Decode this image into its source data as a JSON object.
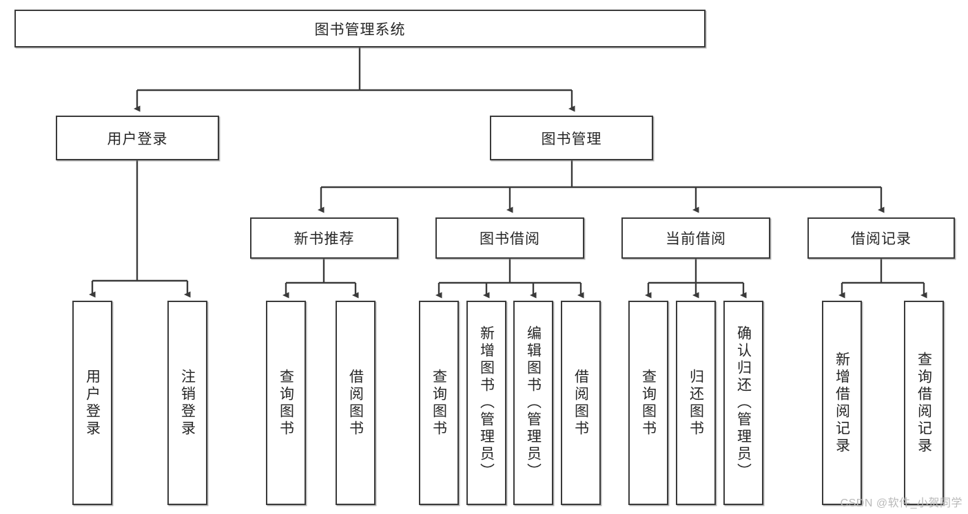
{
  "diagram": {
    "type": "tree-hierarchy",
    "title": "图书管理系统",
    "watermark": "CSDN @软件_小贺同学",
    "colors": {
      "box_border": "#3a3a3a",
      "box_fill": "#ffffff",
      "edge": "#3a3a3a",
      "text": "#262626",
      "watermark": "#b9b9b9",
      "background": "#ffffff"
    },
    "nodes": {
      "root": {
        "label": "图书管理系统",
        "orientation": "horizontal"
      },
      "level2": [
        {
          "id": "user-login",
          "label": "用户登录",
          "orientation": "horizontal"
        },
        {
          "id": "book-manage",
          "label": "图书管理",
          "orientation": "horizontal"
        }
      ],
      "level3": [
        {
          "id": "new-book-recommend",
          "label": "新书推荐",
          "orientation": "horizontal"
        },
        {
          "id": "book-borrow",
          "label": "图书借阅",
          "orientation": "horizontal"
        },
        {
          "id": "current-borrow",
          "label": "当前借阅",
          "orientation": "horizontal"
        },
        {
          "id": "borrow-record",
          "label": "借阅记录",
          "orientation": "horizontal"
        }
      ],
      "leaves": [
        {
          "id": "leaf-user-login",
          "label": "用户登录",
          "parent": "user-login",
          "orientation": "vertical"
        },
        {
          "id": "leaf-logout-login",
          "label": "注销登录",
          "parent": "user-login",
          "orientation": "vertical"
        },
        {
          "id": "leaf-query-book-1",
          "label": "查询图书",
          "parent": "new-book-recommend",
          "orientation": "vertical"
        },
        {
          "id": "leaf-borrow-book-1",
          "label": "借阅图书",
          "parent": "new-book-recommend",
          "orientation": "vertical"
        },
        {
          "id": "leaf-query-book-2",
          "label": "查询图书",
          "parent": "book-borrow",
          "orientation": "vertical"
        },
        {
          "id": "leaf-add-book",
          "label": "新增图书（管理员）",
          "parent": "book-borrow",
          "orientation": "vertical"
        },
        {
          "id": "leaf-edit-book",
          "label": "编辑图书（管理员）",
          "parent": "book-borrow",
          "orientation": "vertical"
        },
        {
          "id": "leaf-borrow-book-2",
          "label": "借阅图书",
          "parent": "book-borrow",
          "orientation": "vertical"
        },
        {
          "id": "leaf-query-book-3",
          "label": "查询图书",
          "parent": "current-borrow",
          "orientation": "vertical"
        },
        {
          "id": "leaf-return-book",
          "label": "归还图书",
          "parent": "current-borrow",
          "orientation": "vertical"
        },
        {
          "id": "leaf-confirm-return",
          "label": "确认归还（管理员）",
          "parent": "current-borrow",
          "orientation": "vertical"
        },
        {
          "id": "leaf-add-record",
          "label": "新增借阅记录",
          "parent": "borrow-record",
          "orientation": "vertical"
        },
        {
          "id": "leaf-query-record",
          "label": "查询借阅记录",
          "parent": "borrow-record",
          "orientation": "vertical"
        }
      ]
    }
  }
}
